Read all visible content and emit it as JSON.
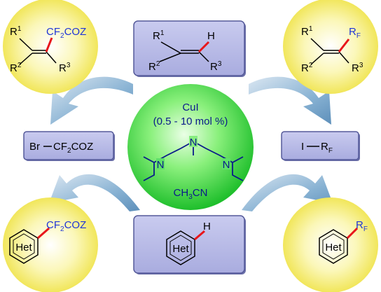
{
  "center": {
    "catalyst": "CuI",
    "loading": "(0.5 - 10 mol %)",
    "solvent_prefix": "CH",
    "solvent_sub": "3",
    "solvent_suffix": "CN"
  },
  "reagent_left": {
    "prefix": "Br",
    "group_a": "CF",
    "group_sub": "2",
    "group_b": "COZ"
  },
  "reagent_right": {
    "atom": "I",
    "group": "R",
    "group_sub": "F"
  },
  "substrate_top": {
    "r1": "R",
    "r1_sup": "1",
    "r2": "R",
    "r2_sup": "2",
    "r3": "R",
    "r3_sup": "3",
    "h": "H"
  },
  "substrate_bottom": {
    "ring_label": "Het",
    "h": "H"
  },
  "product_top_left": {
    "r1": "R",
    "r1_sup": "1",
    "r2": "R",
    "r2_sup": "2",
    "r3": "R",
    "r3_sup": "3",
    "group_a": "CF",
    "group_sub": "2",
    "group_b": "COZ"
  },
  "product_top_right": {
    "r1": "R",
    "r1_sup": "1",
    "r2": "R",
    "r2_sup": "2",
    "r3": "R",
    "r3_sup": "3",
    "rf": "R",
    "rf_sub": "F"
  },
  "product_bottom_left": {
    "ring_label": "Het",
    "group_a": "CF",
    "group_sub": "2",
    "group_b": "COZ"
  },
  "product_bottom_right": {
    "ring_label": "Het",
    "rf": "R",
    "rf_sub": "F"
  },
  "colors": {
    "product_circle": "#f5ef7c",
    "center_circle": "#3fd94a",
    "box_fill": "#b8bbe6",
    "arrow": "#7aa9cf",
    "highlight_bond": "#e8161b",
    "group_text": "#1f35d6"
  }
}
